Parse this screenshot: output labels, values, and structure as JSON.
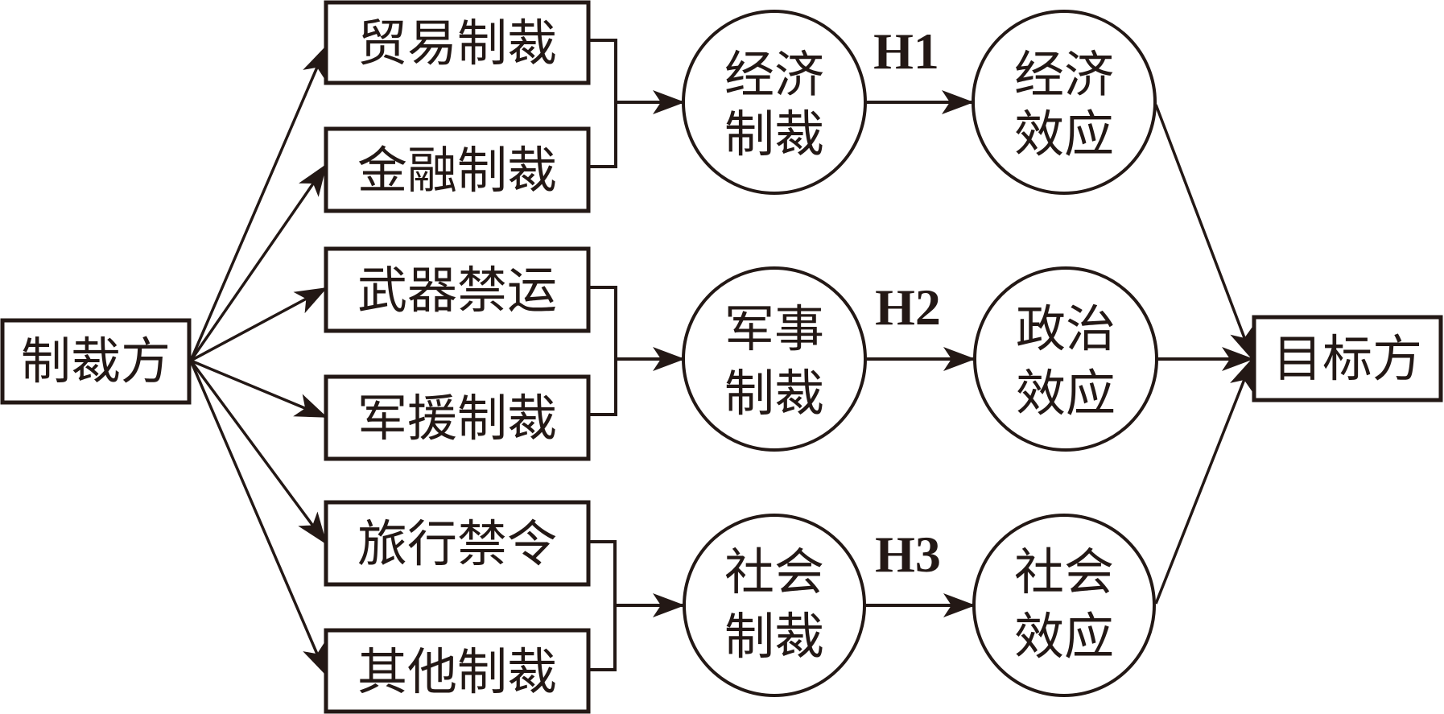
{
  "colors": {
    "ink": "#231815",
    "background": "#ffffff"
  },
  "source": {
    "label": "制裁方"
  },
  "target": {
    "label": "目标方"
  },
  "instruments": [
    {
      "label": "贸易制裁"
    },
    {
      "label": "金融制裁"
    },
    {
      "label": "武器禁运"
    },
    {
      "label": "军援制裁"
    },
    {
      "label": "旅行禁令"
    },
    {
      "label": "其他制裁"
    }
  ],
  "sanction_types": [
    {
      "line1": "经济",
      "line2": "制裁"
    },
    {
      "line1": "军事",
      "line2": "制裁"
    },
    {
      "line1": "社会",
      "line2": "制裁"
    }
  ],
  "effects": [
    {
      "line1": "经济",
      "line2": "效应"
    },
    {
      "line1": "政治",
      "line2": "效应"
    },
    {
      "line1": "社会",
      "line2": "效应"
    }
  ],
  "hypotheses": [
    {
      "label": "H1"
    },
    {
      "label": "H2"
    },
    {
      "label": "H3"
    }
  ]
}
